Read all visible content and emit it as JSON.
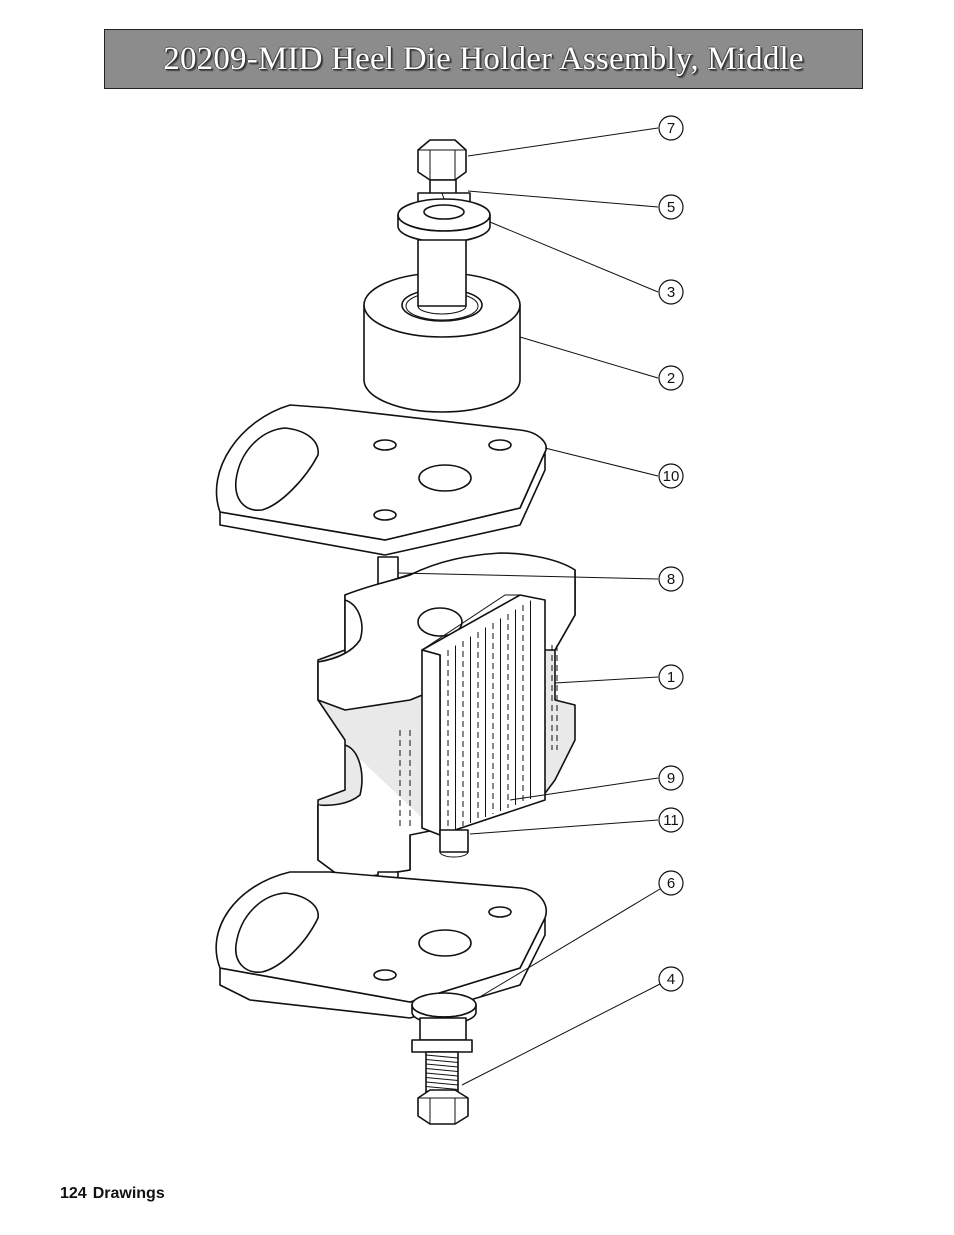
{
  "title": "20209-MID Heel Die Holder Assembly, Middle",
  "footer": {
    "page_number": "124",
    "section": "Drawings"
  },
  "callouts": [
    {
      "label": "7",
      "part": "hex-bolt-top"
    },
    {
      "label": "5",
      "part": "lock-washer-top"
    },
    {
      "label": "3",
      "part": "flat-washer-top"
    },
    {
      "label": "2",
      "part": "roller"
    },
    {
      "label": "10",
      "part": "top-plate"
    },
    {
      "label": "8",
      "part": "dowel-pin-top"
    },
    {
      "label": "1",
      "part": "die-holder-block"
    },
    {
      "label": "9",
      "part": "serrated-insert"
    },
    {
      "label": "11",
      "part": "pin-bottom"
    },
    {
      "label": "6",
      "part": "flat-washer-bottom"
    },
    {
      "label": "4",
      "part": "hex-bolt-bottom"
    }
  ]
}
